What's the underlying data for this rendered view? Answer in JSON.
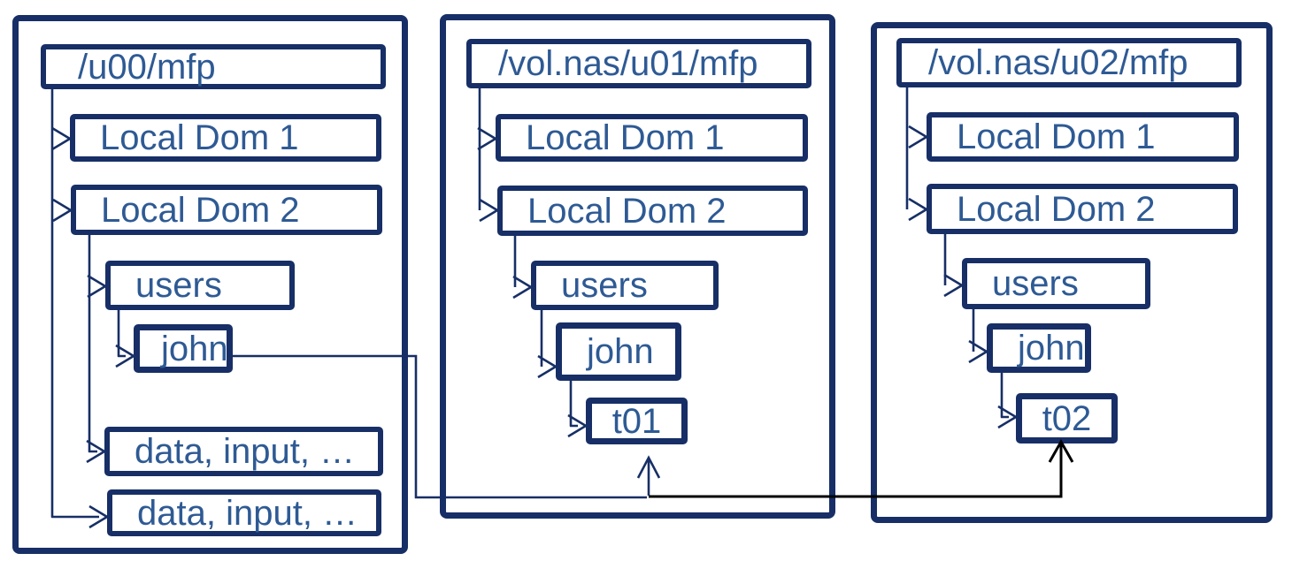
{
  "colors": {
    "background": "#FFFFFF",
    "panel_border": "#172F66",
    "box_border": "#172F66",
    "label_text": "#2E5A94",
    "tree_connector": "#172F66",
    "cross_link_navy": "#172F66",
    "cross_link_black": "#000000"
  },
  "panels": [
    {
      "title": "/u00/mfp",
      "nodes": [
        {
          "label": "Local Dom 1",
          "depth": 1,
          "parent": "/u00/mfp"
        },
        {
          "label": "Local Dom 2",
          "depth": 1,
          "parent": "/u00/mfp"
        },
        {
          "label": "users",
          "depth": 2,
          "parent": "Local Dom 2"
        },
        {
          "label": "john",
          "depth": 3,
          "parent": "users"
        },
        {
          "label": "data, input, …",
          "depth": 2,
          "parent": "Local Dom 2"
        },
        {
          "label": "data, input, …",
          "depth": 1,
          "parent": "/u00/mfp"
        }
      ]
    },
    {
      "title": "/vol.nas/u01/mfp",
      "nodes": [
        {
          "label": "Local Dom 1",
          "depth": 1,
          "parent": "/vol.nas/u01/mfp"
        },
        {
          "label": "Local Dom 2",
          "depth": 1,
          "parent": "/vol.nas/u01/mfp"
        },
        {
          "label": "users",
          "depth": 2,
          "parent": "Local Dom 2"
        },
        {
          "label": "john",
          "depth": 3,
          "parent": "users"
        },
        {
          "label": "t01",
          "depth": 4,
          "parent": "john"
        }
      ]
    },
    {
      "title": "/vol.nas/u02/mfp",
      "nodes": [
        {
          "label": "Local Dom 1",
          "depth": 1,
          "parent": "/vol.nas/u02/mfp"
        },
        {
          "label": "Local Dom 2",
          "depth": 1,
          "parent": "/vol.nas/u02/mfp"
        },
        {
          "label": "users",
          "depth": 2,
          "parent": "Local Dom 2"
        },
        {
          "label": "john",
          "depth": 3,
          "parent": "users"
        },
        {
          "label": "t02",
          "depth": 4,
          "parent": "john"
        }
      ]
    }
  ],
  "links": [
    {
      "from": "john (/u00/mfp)",
      "to": "t01 (/vol.nas/u01/mfp)",
      "color": "#172F66",
      "style": "solid"
    },
    {
      "from": "john (/u00/mfp)",
      "to": "t02 (/vol.nas/u02/mfp)",
      "color": "#000000",
      "style": "solid"
    }
  ]
}
